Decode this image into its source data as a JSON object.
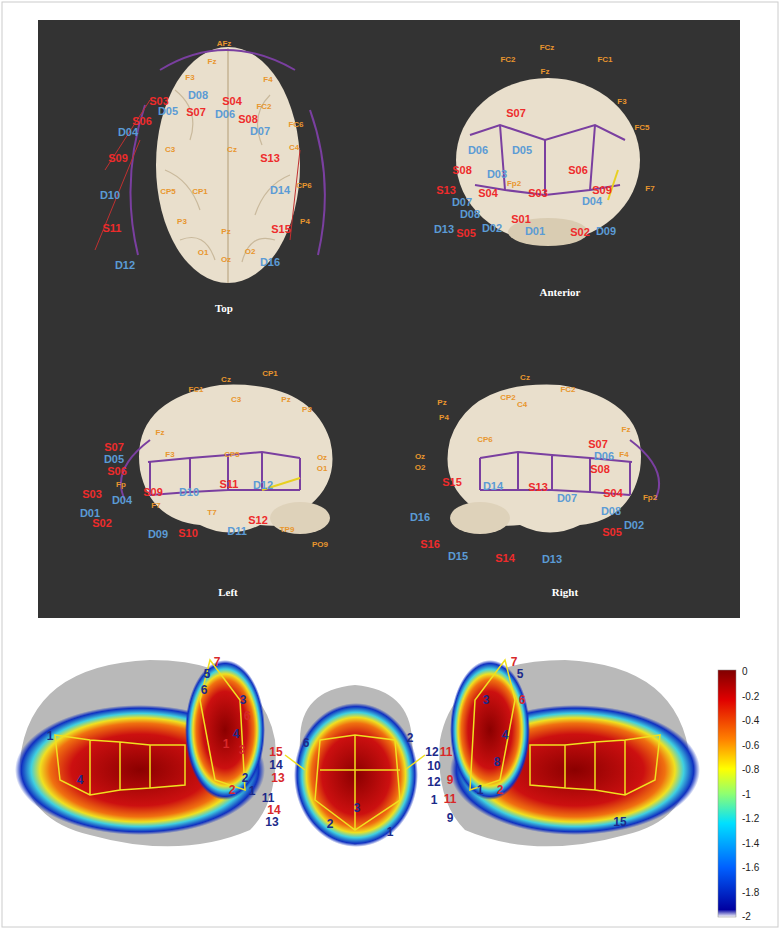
{
  "diagram": {
    "labels": [
      "AFz",
      "Fz",
      "F3",
      "F4",
      "S03",
      "D08",
      "S07",
      "S04",
      "FC2",
      "D05",
      "S06",
      "D04",
      "D06",
      "S08",
      "D07",
      "FC6",
      "C3",
      "Cz",
      "C4",
      "S09",
      "S13",
      "D10",
      "CP5",
      "CP1",
      "D14",
      "CP6",
      "S11",
      "P3",
      "Pz",
      "P4",
      "S15",
      "D12",
      "O1",
      "Oz",
      "O2",
      "D16",
      "Top",
      "FCz",
      "FC2",
      "FC1",
      "Fz",
      "F3",
      "FC5",
      "S07",
      "D06",
      "D05",
      "S08",
      "D03",
      "S06",
      "S13",
      "D07",
      "S04",
      "Fp2",
      "S03",
      "S09",
      "F7",
      "D08",
      "D04",
      "S01",
      "D13",
      "S05",
      "D02",
      "D01",
      "S02",
      "D09",
      "Anterior",
      "Cz",
      "CP1",
      "FC1",
      "Pz",
      "C3",
      "P3",
      "Fz",
      "F3",
      "CP5",
      "S07",
      "D05",
      "S06",
      "Fp",
      "S03",
      "D04",
      "S09",
      "F7",
      "D10",
      "S11",
      "D12",
      "T7",
      "D01",
      "S02",
      "D09",
      "S10",
      "D11",
      "S12",
      "TP9",
      "PO9",
      "Oz",
      "O1",
      "Left",
      "Cz",
      "CP2",
      "Pz",
      "C4",
      "FC2",
      "P4",
      "CP6",
      "Fz",
      "F4",
      "S07",
      "D06",
      "Oz",
      "O2",
      "S08",
      "S15",
      "D14",
      "S13",
      "S04",
      "D07",
      "Fp2",
      "D16",
      "D08",
      "S05",
      "D02",
      "S16",
      "D15",
      "S14",
      "D13",
      "Right",
      "7",
      "5",
      "6",
      "3",
      "6",
      "4",
      "1",
      "3",
      "2",
      "2",
      "1",
      "1",
      "4",
      "15",
      "14",
      "13",
      "11",
      "14",
      "13",
      "12",
      "11",
      "10",
      "9",
      "12",
      "1",
      "11",
      "9",
      "6",
      "2",
      "3",
      "2",
      "1",
      "7",
      "5",
      "3",
      "4",
      "8",
      "2",
      "1",
      "6",
      "15",
      "0",
      "-0.2",
      "-0.4",
      "-0.6",
      "-0.8",
      "-1",
      "-1.2",
      "-1.4",
      "-1.6",
      "-1.8",
      "-2"
    ]
  }
}
